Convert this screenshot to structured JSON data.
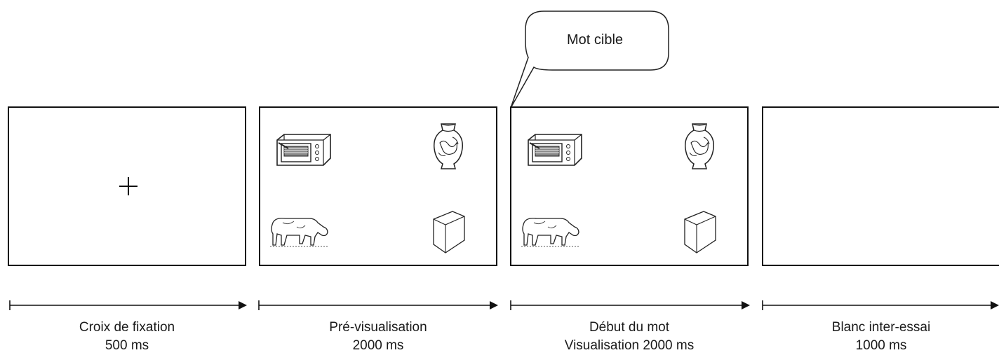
{
  "fixation_symbol": "+",
  "callout": {
    "text": "Mot cible"
  },
  "stages": [
    {
      "line1": "Croix de fixation",
      "line2": "500 ms"
    },
    {
      "line1": "Pré-visualisation",
      "line2": "2000 ms"
    },
    {
      "line1": "Début du mot",
      "line2": "Visualisation 2000 ms"
    },
    {
      "line1": "Blanc inter-essai",
      "line2": "1000 ms"
    }
  ],
  "images": {
    "top_left": "oven-icon",
    "top_right": "vase-icon",
    "bottom_left": "cow-icon",
    "bottom_right": "cube-icon"
  }
}
